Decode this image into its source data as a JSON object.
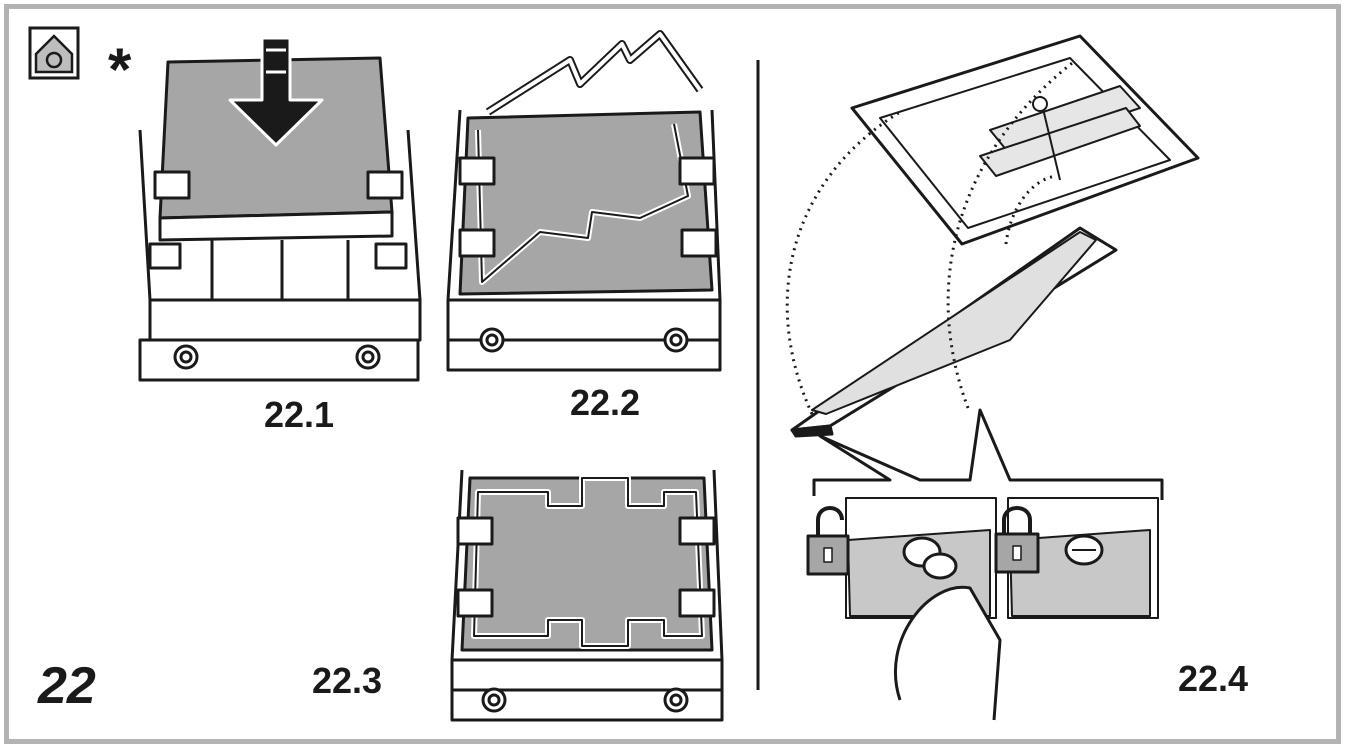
{
  "figure": {
    "number": "22",
    "marker": "*",
    "icon": "house-service-icon"
  },
  "steps": [
    {
      "id": "22.1",
      "label": "22.1"
    },
    {
      "id": "22.2",
      "label": "22.2"
    },
    {
      "id": "22.3",
      "label": "22.3"
    },
    {
      "id": "22.4",
      "label": "22.4"
    }
  ],
  "colors": {
    "frame": "#b3b3b3",
    "filter_fill": "#a6a6a6",
    "line": "#1a1a1a",
    "background": "#ffffff"
  }
}
